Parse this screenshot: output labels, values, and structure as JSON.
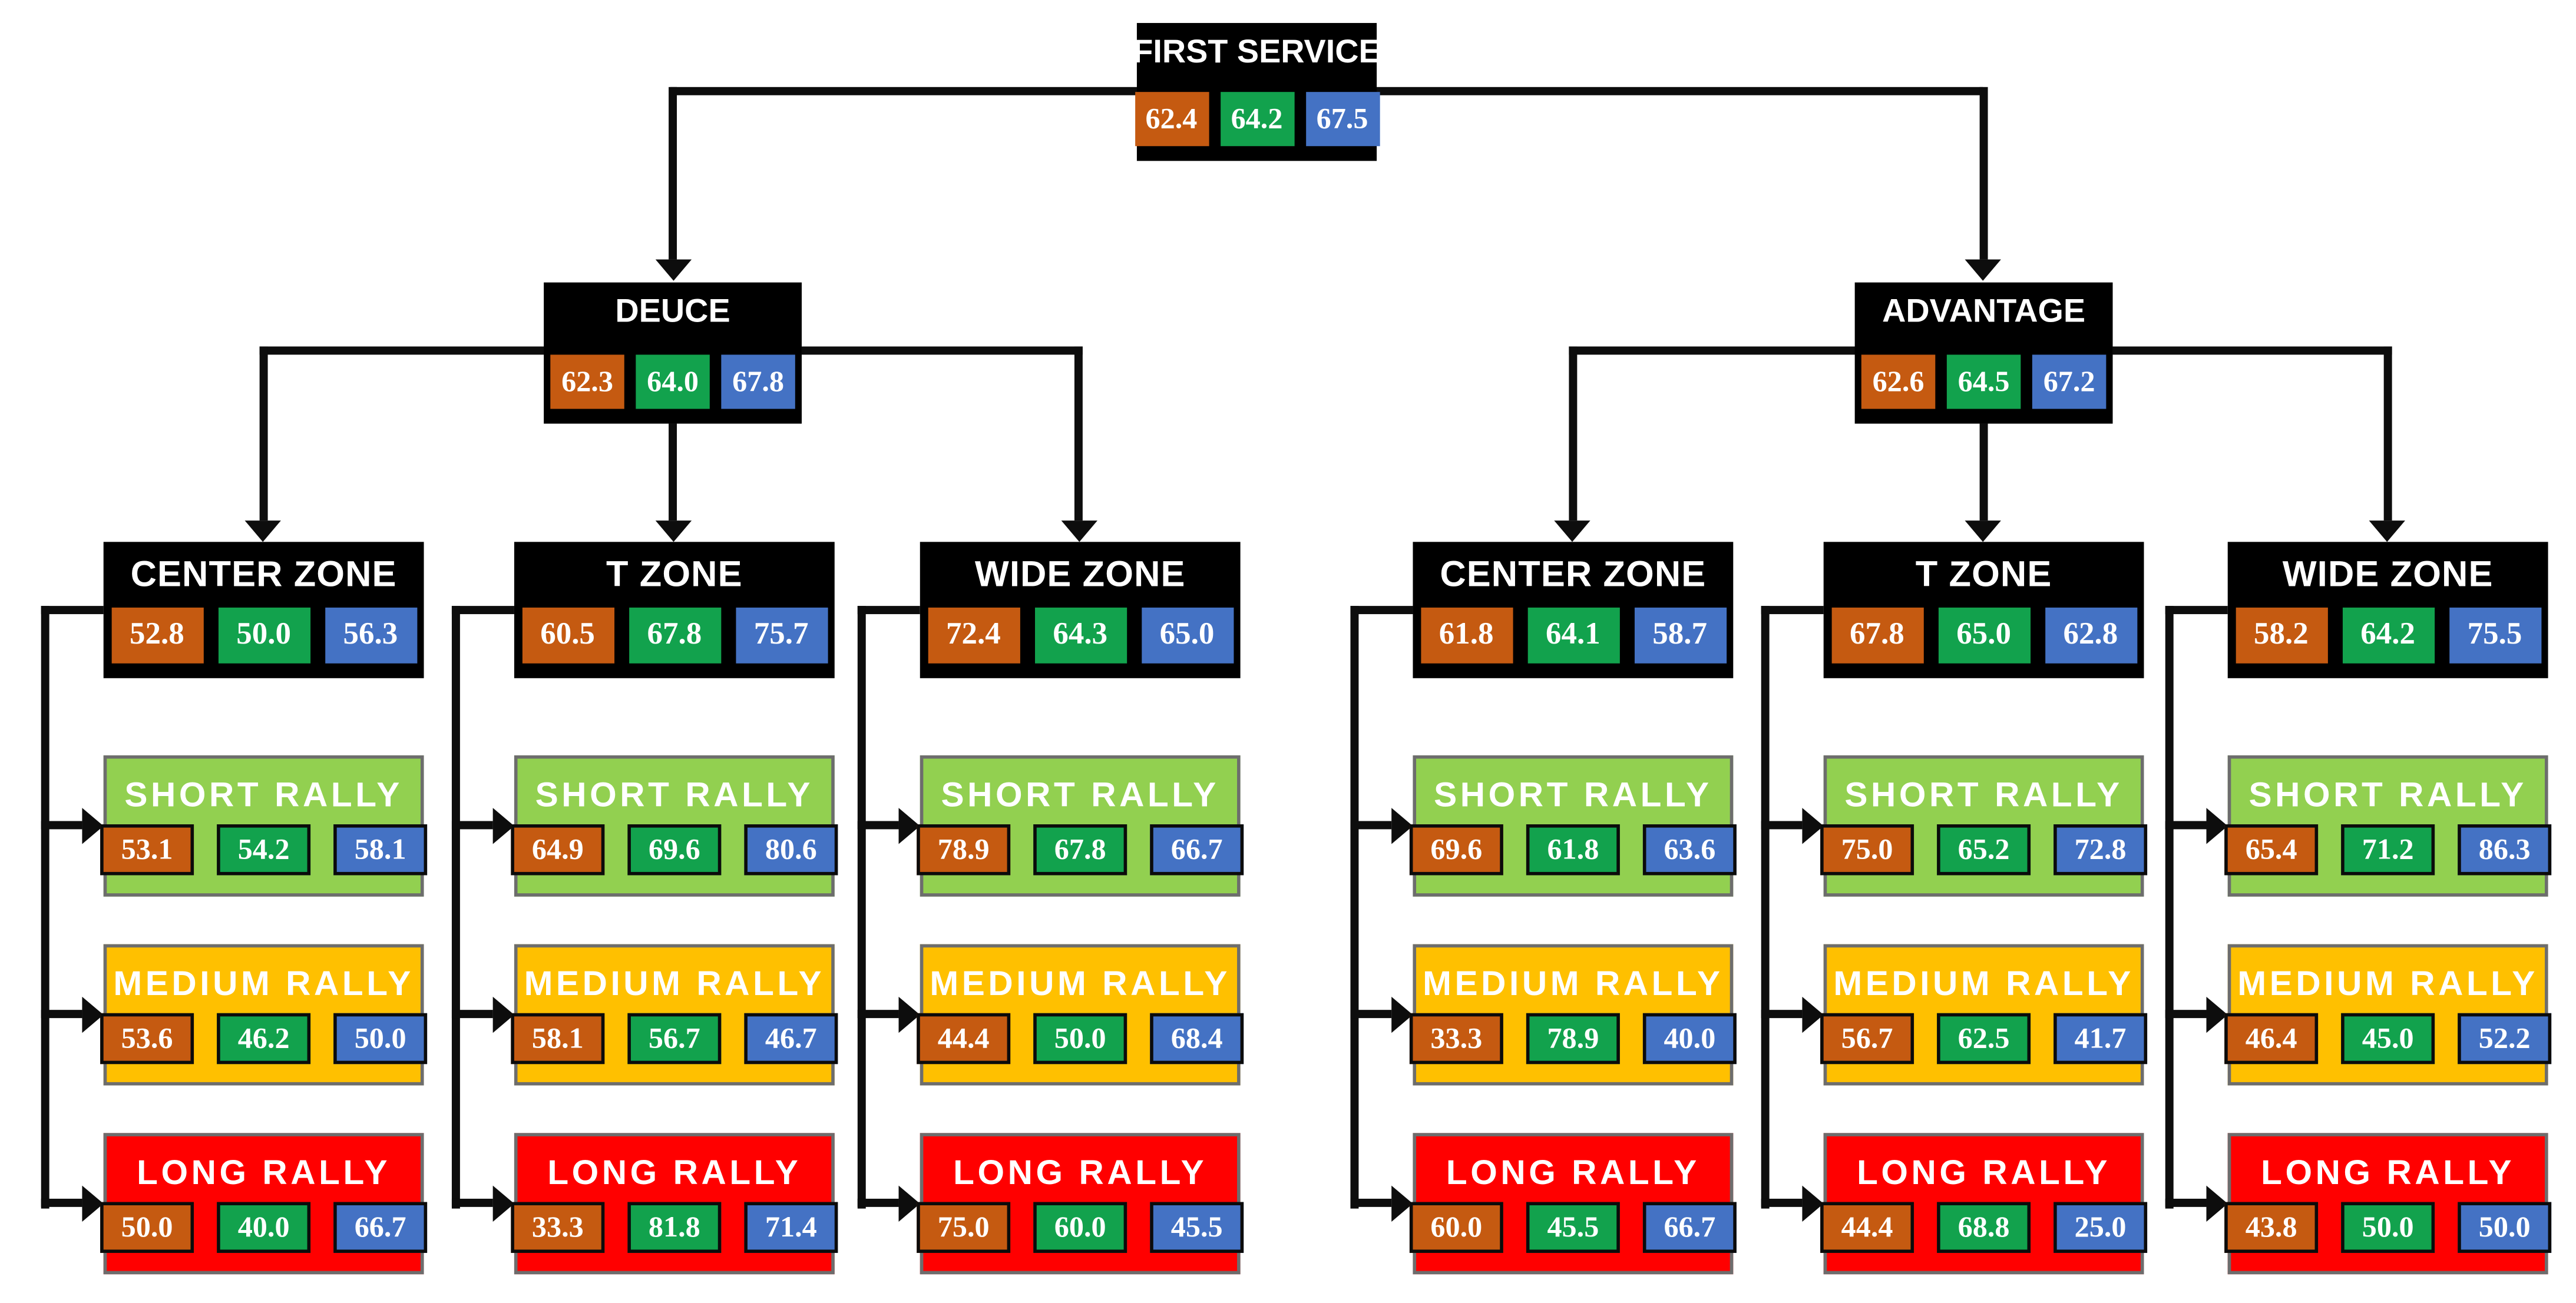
{
  "palette": {
    "node_bg": "#000000",
    "value_orange": "#C55A11",
    "value_green": "#12A24D",
    "value_blue": "#4472C4",
    "short_rally_bg": "#92D050",
    "medium_rally_bg": "#FFC000",
    "long_rally_bg": "#FF0000",
    "connector": "#0d0d0d",
    "text": "#FFFFFF"
  },
  "tree": {
    "root": {
      "label": "FIRST SERVICE",
      "values": [
        "62.4",
        "64.2",
        "67.5"
      ]
    },
    "branches": [
      {
        "label": "DEUCE",
        "values": [
          "62.3",
          "64.0",
          "67.8"
        ],
        "zones": [
          {
            "label": "CENTER ZONE",
            "values": [
              "52.8",
              "50.0",
              "56.3"
            ],
            "rallies": [
              {
                "label": "SHORT RALLY",
                "values": [
                  "53.1",
                  "54.2",
                  "58.1"
                ]
              },
              {
                "label": "MEDIUM RALLY",
                "values": [
                  "53.6",
                  "46.2",
                  "50.0"
                ]
              },
              {
                "label": "LONG RALLY",
                "values": [
                  "50.0",
                  "40.0",
                  "66.7"
                ]
              }
            ]
          },
          {
            "label": "T ZONE",
            "values": [
              "60.5",
              "67.8",
              "75.7"
            ],
            "rallies": [
              {
                "label": "SHORT RALLY",
                "values": [
                  "64.9",
                  "69.6",
                  "80.6"
                ]
              },
              {
                "label": "MEDIUM RALLY",
                "values": [
                  "58.1",
                  "56.7",
                  "46.7"
                ]
              },
              {
                "label": "LONG RALLY",
                "values": [
                  "33.3",
                  "81.8",
                  "71.4"
                ]
              }
            ]
          },
          {
            "label": "WIDE ZONE",
            "values": [
              "72.4",
              "64.3",
              "65.0"
            ],
            "rallies": [
              {
                "label": "SHORT RALLY",
                "values": [
                  "78.9",
                  "67.8",
                  "66.7"
                ]
              },
              {
                "label": "MEDIUM RALLY",
                "values": [
                  "44.4",
                  "50.0",
                  "68.4"
                ]
              },
              {
                "label": "LONG RALLY",
                "values": [
                  "75.0",
                  "60.0",
                  "45.5"
                ]
              }
            ]
          }
        ]
      },
      {
        "label": "ADVANTAGE",
        "values": [
          "62.6",
          "64.5",
          "67.2"
        ],
        "zones": [
          {
            "label": "CENTER ZONE",
            "values": [
              "61.8",
              "64.1",
              "58.7"
            ],
            "rallies": [
              {
                "label": "SHORT RALLY",
                "values": [
                  "69.6",
                  "61.8",
                  "63.6"
                ]
              },
              {
                "label": "MEDIUM RALLY",
                "values": [
                  "33.3",
                  "78.9",
                  "40.0"
                ]
              },
              {
                "label": "LONG RALLY",
                "values": [
                  "60.0",
                  "45.5",
                  "66.7"
                ]
              }
            ]
          },
          {
            "label": "T ZONE",
            "values": [
              "67.8",
              "65.0",
              "62.8"
            ],
            "rallies": [
              {
                "label": "SHORT RALLY",
                "values": [
                  "75.0",
                  "65.2",
                  "72.8"
                ]
              },
              {
                "label": "MEDIUM RALLY",
                "values": [
                  "56.7",
                  "62.5",
                  "41.7"
                ]
              },
              {
                "label": "LONG RALLY",
                "values": [
                  "44.4",
                  "68.8",
                  "25.0"
                ]
              }
            ]
          },
          {
            "label": "WIDE ZONE",
            "values": [
              "58.2",
              "64.2",
              "75.5"
            ],
            "rallies": [
              {
                "label": "SHORT RALLY",
                "values": [
                  "65.4",
                  "71.2",
                  "86.3"
                ]
              },
              {
                "label": "MEDIUM RALLY",
                "values": [
                  "46.4",
                  "45.0",
                  "52.2"
                ]
              },
              {
                "label": "LONG RALLY",
                "values": [
                  "43.8",
                  "50.0",
                  "50.0"
                ]
              }
            ]
          }
        ]
      }
    ]
  }
}
